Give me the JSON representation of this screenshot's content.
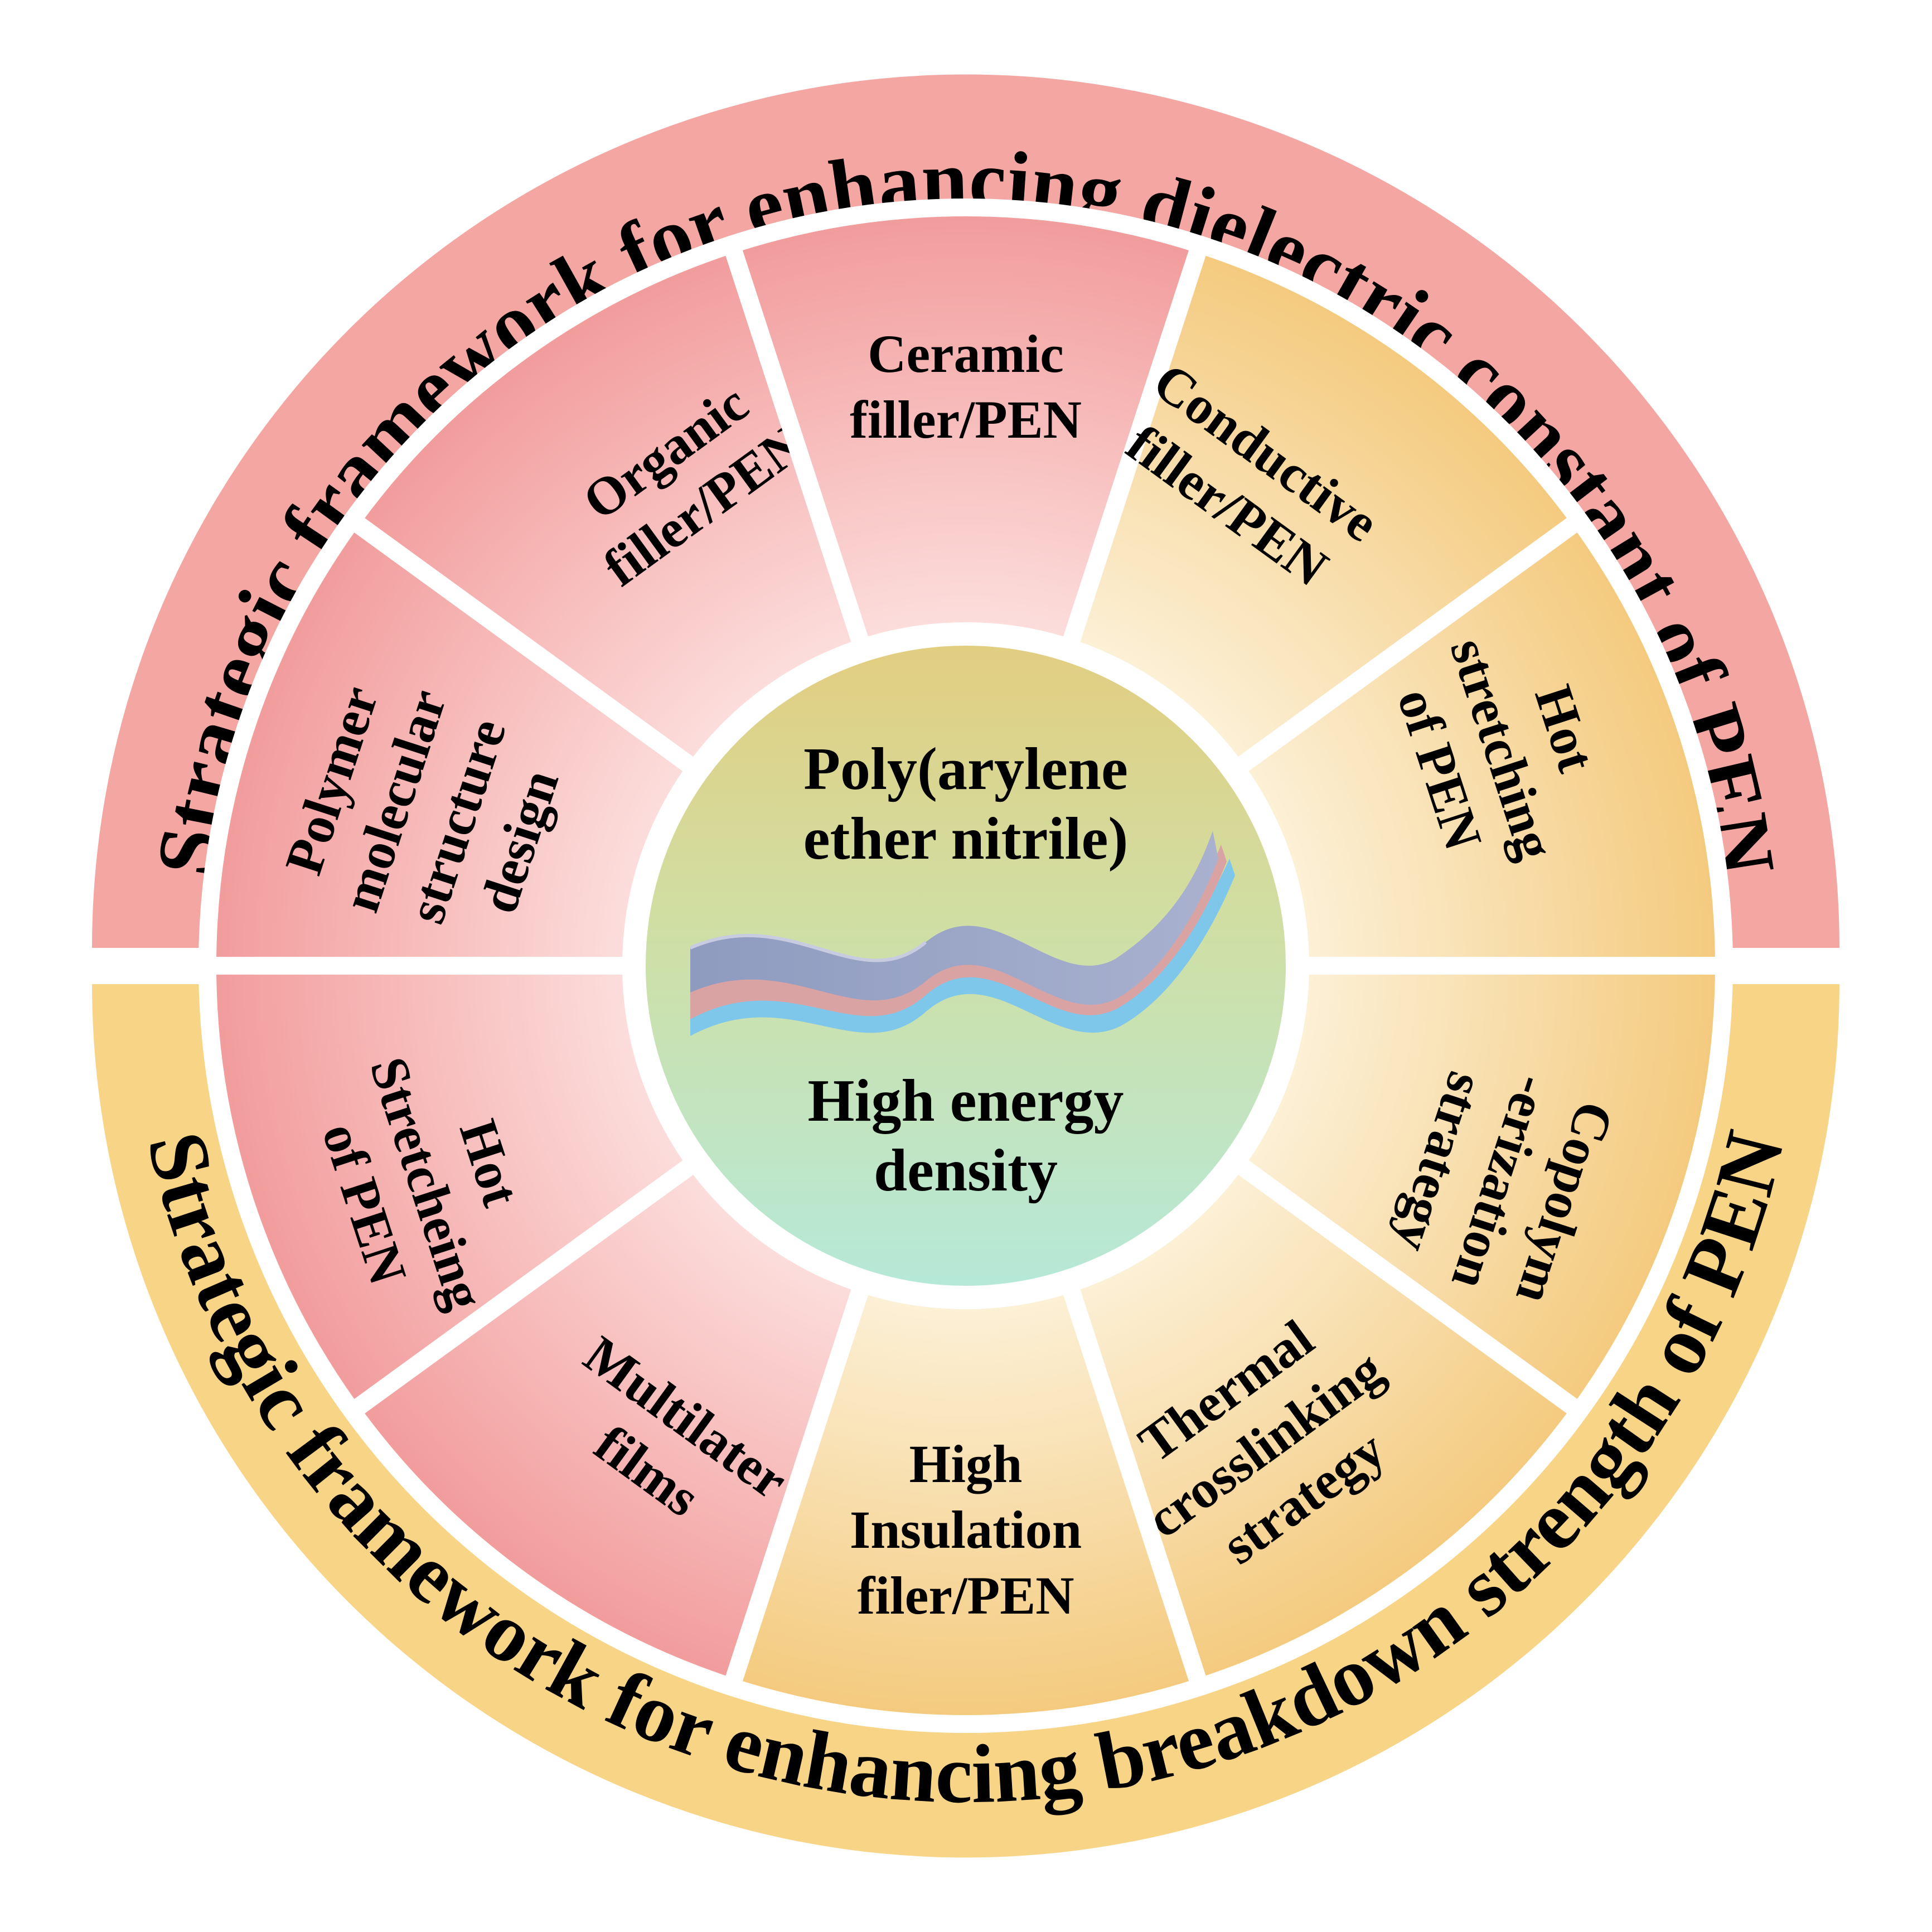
{
  "outer_ring": {
    "top_title": "Strategic framework for enhancing dielectric constant of PEN",
    "bottom_title": "Strategic framework for enhancing breakdown strength of PEN"
  },
  "center": {
    "title_line1": "Poly(arylene",
    "title_line2": "ether nitrile)",
    "subtitle_line1": "High energy",
    "subtitle_line2": "density",
    "icon": "layered-film-icon"
  },
  "segments": [
    {
      "name": "segment-polymer-molecular-structure-design",
      "lines": [
        "Polymer",
        "molecular",
        "structure",
        "design"
      ]
    },
    {
      "name": "segment-organic-filler-pen",
      "lines": [
        "Organic",
        "filler/PEN"
      ]
    },
    {
      "name": "segment-ceramic-filler-pen",
      "lines": [
        "Ceramic",
        "filler/PEN"
      ]
    },
    {
      "name": "segment-conductive-filler-pen",
      "lines": [
        "Conductive",
        "filler/PEN"
      ]
    },
    {
      "name": "segment-hot-stretching-top",
      "lines": [
        "Hot",
        "stretching",
        "of PEN"
      ]
    },
    {
      "name": "segment-copolymerization-strategy",
      "lines": [
        "Copolym",
        "-erization",
        "strategy"
      ]
    },
    {
      "name": "segment-thermal-crosslinking-strategy",
      "lines": [
        "Thermal",
        "crosslinking",
        "strategy"
      ]
    },
    {
      "name": "segment-high-insulation-filer-pen",
      "lines": [
        "High",
        "Insulation",
        "filer/PEN"
      ]
    },
    {
      "name": "segment-multilater-films",
      "lines": [
        "Multilater",
        "films"
      ]
    },
    {
      "name": "segment-hot-stretcheing-bottom",
      "lines": [
        "Hot",
        "Stretcheing",
        "of PEN"
      ]
    }
  ],
  "colors": {
    "top_ring": "#f4a6a3",
    "bottom_ring": "#f8d487",
    "pink_deep": "#f2a0a0",
    "pink_light": "#fbe4e2",
    "yellow_deep": "#f5cd84",
    "yellow_light": "#fdf3dc",
    "hub_top": "#e4cf84",
    "hub_bottom": "#b7e8d8"
  }
}
